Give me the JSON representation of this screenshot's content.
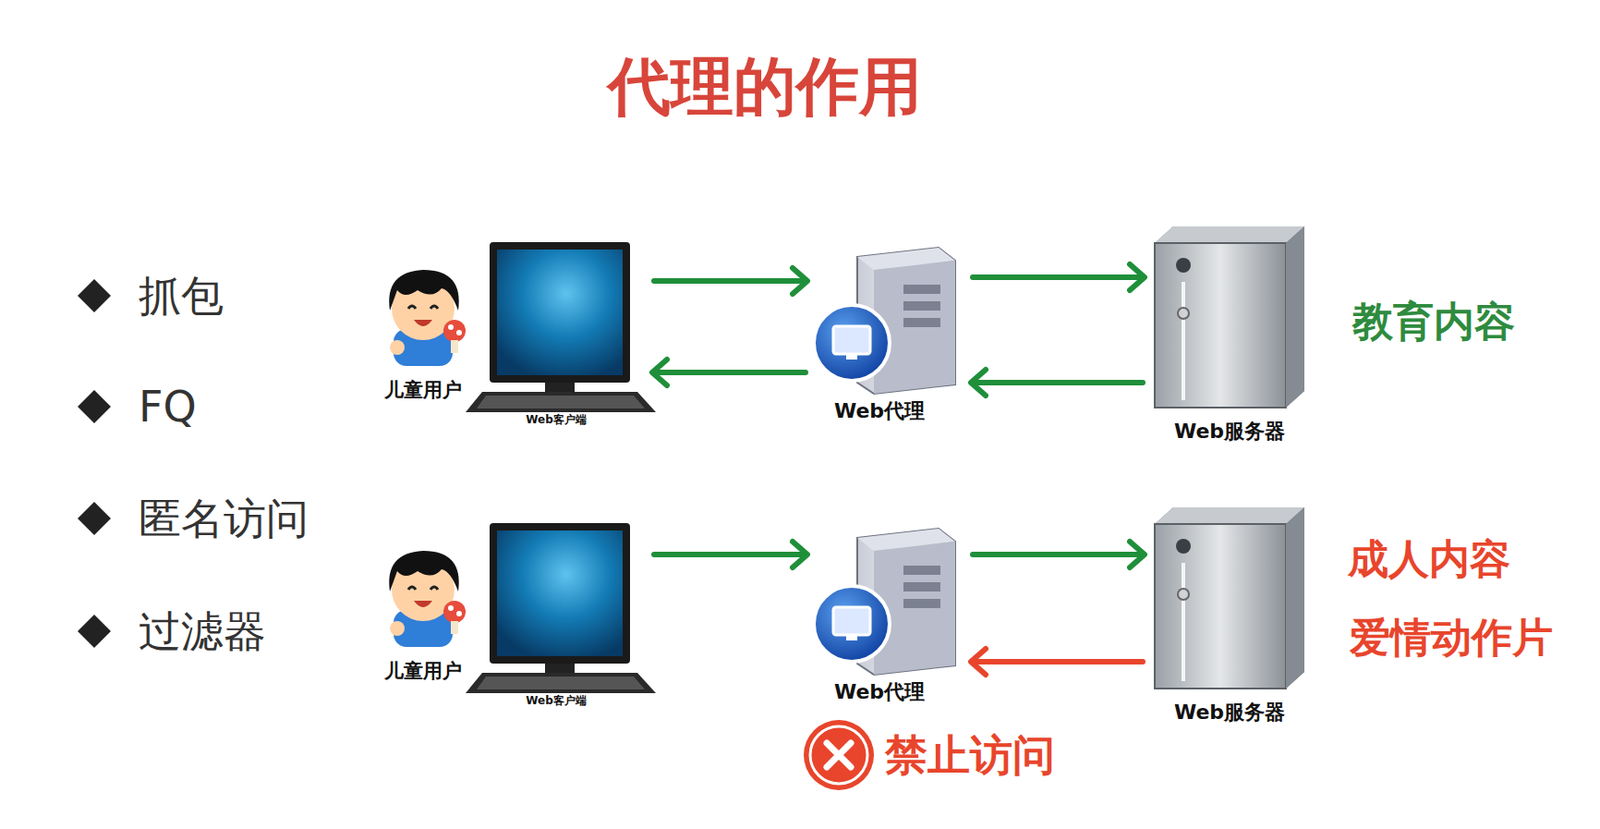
{
  "diagram": {
    "title": "代理的作用",
    "nodes": [
      {
        "text": [
          "儿童用户",
          "Web客户端"
        ]
      },
      {
        "text": [
          "Web代理"
        ]
      },
      {
        "text": [
          "Web服务器"
        ]
      },
      {
        "text": [
          "儿童用户",
          "Web客户端"
        ]
      },
      {
        "text": [
          "Web代理"
        ]
      },
      {
        "text": [
          "Web服务器"
        ]
      }
    ],
    "edges": [
      {
        "from": 0,
        "to": 1,
        "arrow": "to"
      },
      {
        "from": 1,
        "to": 2,
        "arrow": "to"
      },
      {
        "from": 2,
        "to": 1,
        "arrow": "to"
      },
      {
        "from": 1,
        "to": 0,
        "arrow": "to"
      },
      {
        "from": 3,
        "to": 4,
        "arrow": "to"
      },
      {
        "from": 4,
        "to": 5,
        "arrow": "to"
      },
      {
        "from": 5,
        "to": 4,
        "arrow": "to"
      }
    ],
    "labels": [
      "抓包",
      "FQ",
      "匿名访问",
      "过滤器",
      "教育内容",
      "成人内容",
      "爱情动作片",
      "禁止访问"
    ]
  }
}
